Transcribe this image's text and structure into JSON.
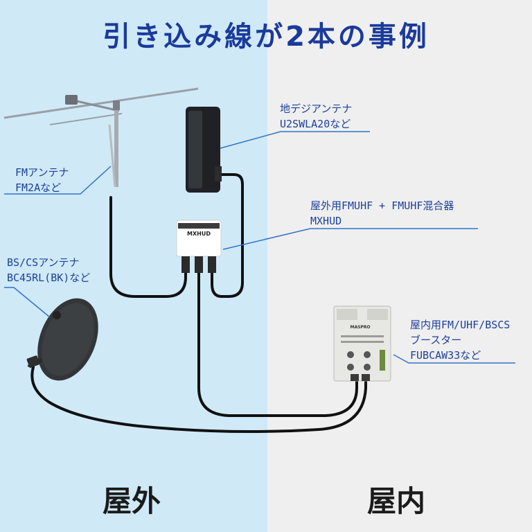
{
  "title": "引き込み線が2本の事例",
  "colors": {
    "outdoor_bg": "#cfe9f7",
    "indoor_bg": "#efefef",
    "title": "#1a3a9c",
    "label_text": "#1c3f9b",
    "leader_line": "#2f73c9",
    "cable": "#111111"
  },
  "labels": {
    "fm_antenna": {
      "line1": "FMアンテナ",
      "line2": "FM2Aなど"
    },
    "digital_antenna": {
      "line1": "地デジアンテナ",
      "line2": "U2SWLA20など"
    },
    "mixer": {
      "line1": "屋外用FMUHF + FMUHF混合器",
      "line2": "MXHUD"
    },
    "bs_antenna": {
      "line1": "BS/CSアンテナ",
      "line2": "BC45RL(BK)など"
    },
    "booster": {
      "line1": "屋内用FM/UHF/BSCS",
      "line2": "ブースター",
      "line3": "FUBCAW33など"
    }
  },
  "device_text": {
    "mixer_model": "MXHUD",
    "booster_brand": "MASPRO"
  },
  "zones": {
    "outdoor": "屋外",
    "indoor": "屋内"
  }
}
